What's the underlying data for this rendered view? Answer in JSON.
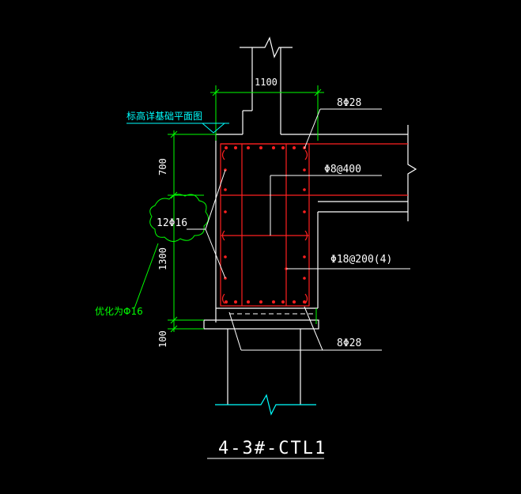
{
  "drawing": {
    "title": "4-3#-CTL1",
    "dimensions": {
      "width_top": "1100",
      "height_upper": "700",
      "height_lower": "1300",
      "height_pad": "100"
    },
    "rebar_labels": {
      "top_bars": "8Φ28",
      "waist_bars": "Φ8@400",
      "side_bars": "12Φ16",
      "stirrups": "Φ18@200(4)",
      "bottom_bars": "8Φ28"
    },
    "notes": {
      "elevation_note": "标高详基础平面图",
      "revision_note": "优化为Φ16"
    },
    "colors": {
      "background": "#000000",
      "outline": "#ffffff",
      "rebar": "#ff2020",
      "dimension": "#00ff00",
      "annotation": "#00ffff",
      "revision": "#00ff00"
    }
  }
}
